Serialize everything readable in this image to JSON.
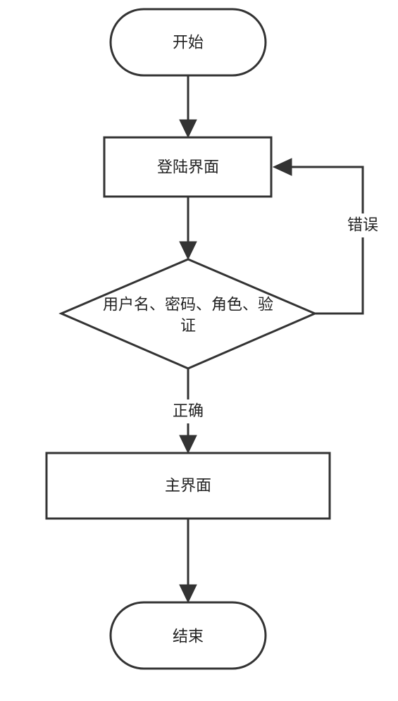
{
  "nodes": {
    "start": {
      "label": "开始"
    },
    "login": {
      "label": "登陆界面"
    },
    "verify": {
      "line1": "用户名、密码、角色、验",
      "line2": "证"
    },
    "main": {
      "label": "主界面"
    },
    "end": {
      "label": "结束"
    }
  },
  "edges": {
    "error": {
      "label": "错误"
    },
    "correct": {
      "label": "正确"
    }
  }
}
